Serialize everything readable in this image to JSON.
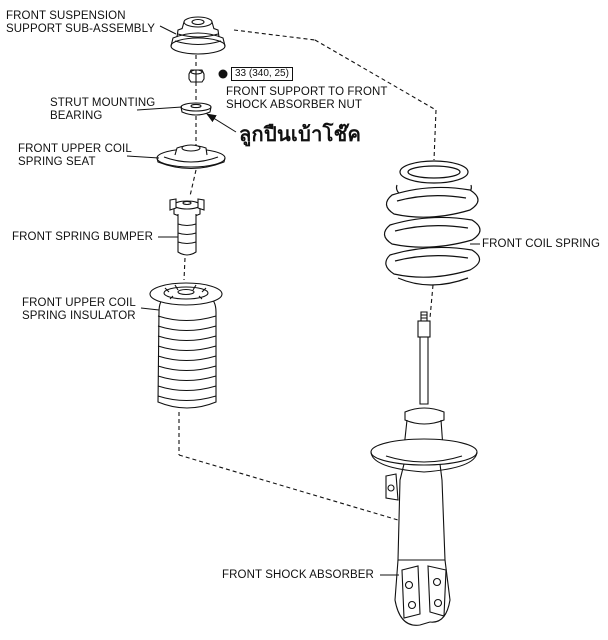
{
  "labels": {
    "support_sub_assembly": "FRONT SUSPENSION\nSUPPORT SUB-ASSEMBLY",
    "torque": "33 (340, 25)",
    "support_nut": "FRONT SUPPORT TO FRONT\nSHOCK ABSORBER NUT",
    "bearing": "STRUT MOUNTING\nBEARING",
    "bearing_thai": "ลูกปืนเบ้าโช๊ค",
    "spring_seat": "FRONT UPPER COIL\nSPRING SEAT",
    "coil_spring": "FRONT COIL SPRING",
    "spring_bumper": "FRONT SPRING BUMPER",
    "insulator": "FRONT UPPER COIL\nSPRING INSULATOR",
    "shock_absorber": "FRONT SHOCK ABSORBER"
  },
  "colors": {
    "line": "#111111",
    "paper": "#ffffff"
  },
  "icons": {
    "torque_marker": "filled-dot-icon",
    "pointer": "arrow-icon"
  }
}
